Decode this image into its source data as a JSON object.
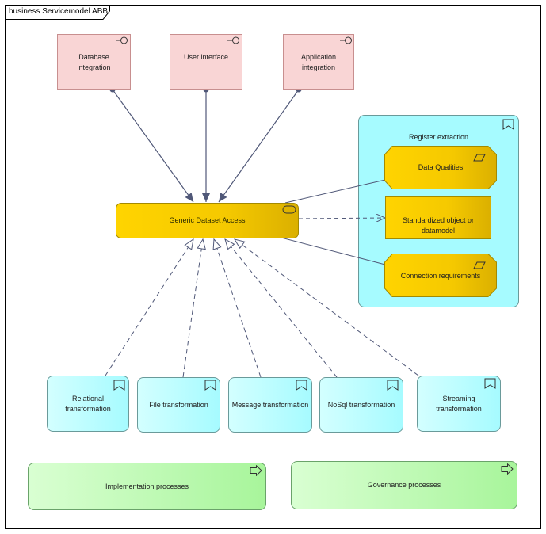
{
  "diagram": {
    "title": "business Servicemodel ABB"
  },
  "interfaces": [
    {
      "id": "db",
      "label": "Database integration"
    },
    {
      "id": "ui",
      "label": "User interface"
    },
    {
      "id": "app",
      "label": "Application integration"
    }
  ],
  "central": {
    "label": "Generic Dataset Access"
  },
  "register": {
    "title": "Register extraction",
    "items": [
      {
        "id": "dq",
        "label": "Data Qualities"
      },
      {
        "id": "std",
        "label": "Standardized object or datamodel"
      },
      {
        "id": "conn",
        "label": "Connection requirements"
      }
    ]
  },
  "transformations": [
    {
      "id": "rel",
      "label": "Relational transformation"
    },
    {
      "id": "file",
      "label": "File transformation"
    },
    {
      "id": "msg",
      "label": "Message transformation"
    },
    {
      "id": "nosql",
      "label": "NoSql transformation"
    },
    {
      "id": "stream",
      "label": "Streaming transformation"
    }
  ],
  "processes": [
    {
      "id": "impl",
      "label": "Implementation processes"
    },
    {
      "id": "gov",
      "label": "Governance processes"
    }
  ],
  "colors": {
    "interface_fill": "#f9d5d5",
    "service_fill": "#ffd400",
    "transformation_fill": "#a6fbff",
    "process_fill": "#a8f59b",
    "edge": "#505878"
  }
}
